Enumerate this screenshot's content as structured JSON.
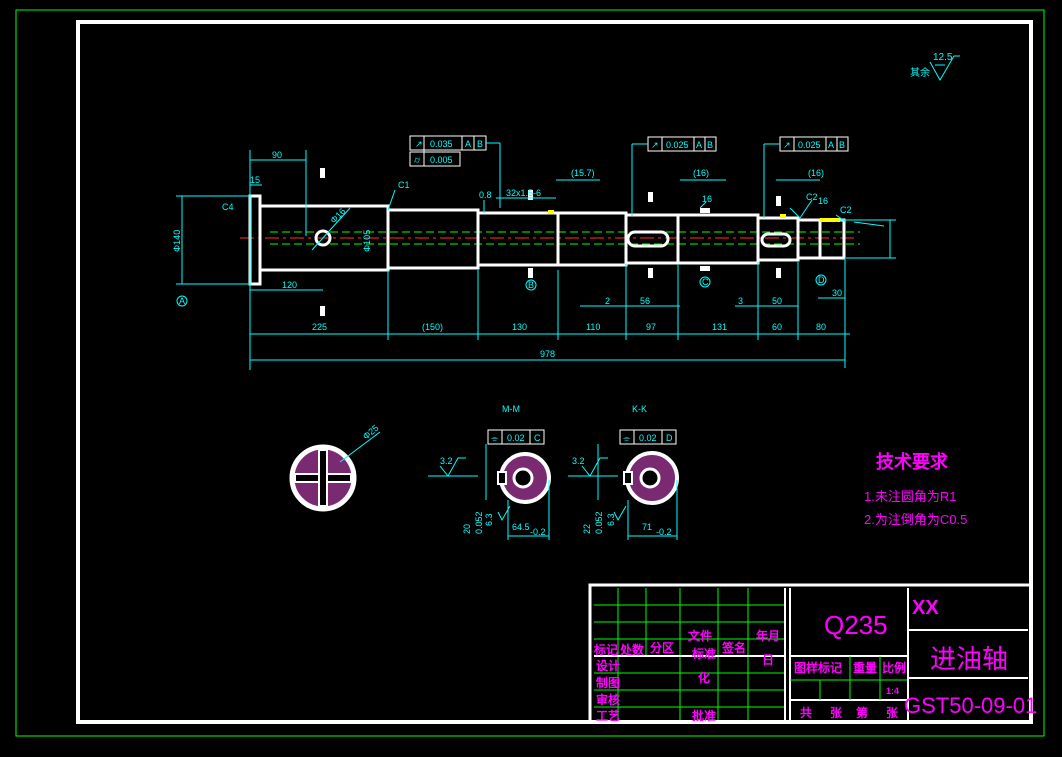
{
  "roughness": {
    "value": "12.5",
    "label": "其余"
  },
  "tolerance_frames": [
    {
      "value": "0.035",
      "datum1": "A",
      "datum2": "B"
    },
    {
      "value": "0.005"
    },
    {
      "value": "0.025",
      "datum1": "A",
      "datum2": "B"
    },
    {
      "value": "0.025",
      "datum1": "A",
      "datum2": "B"
    }
  ],
  "dimensions": {
    "d90": "90",
    "d15": "15",
    "c4": "C4",
    "c1": "C1",
    "d08": "0.8",
    "thread": "32x1.5-6",
    "d157": "(15.7)",
    "d16a": "(16)",
    "d16b": "(16)",
    "c2": "C2",
    "c2b": "C2",
    "r16a": "16",
    "r16b": "16",
    "phi140": "Φ140",
    "d120": "120",
    "d225": "225",
    "d150": "(150)",
    "d130": "130",
    "d110": "110",
    "d2": "2",
    "d56": "56",
    "d97": "97",
    "d3": "3",
    "d131": "131",
    "d50": "50",
    "d60": "60",
    "d80": "80",
    "d978": "978",
    "d30": "30",
    "phi16": "Φ16",
    "phi105": "Φ105",
    "phi25": "Φ25"
  },
  "datums": {
    "a": "A",
    "b": "B",
    "c": "C",
    "d": "D"
  },
  "sections": {
    "mm": {
      "title": "M-M",
      "flat": "0.02",
      "datum": "C",
      "r32": "3.2",
      "r63": "6.3",
      "dim_a": "20",
      "dim_b": "64.5",
      "tol": "-0.2"
    },
    "kk": {
      "title": "K-K",
      "flat": "0.02",
      "datum": "D",
      "r32": "3.2",
      "r63": "6.3",
      "dim_a": "22",
      "dim_b": "71",
      "tol": "-0.2"
    }
  },
  "tech": {
    "title": "技术要求",
    "line1": "1.未注圆角为R1",
    "line2": "2.为注倒角为C0.5"
  },
  "title_block": {
    "material": "Q235",
    "company": "XX",
    "part_name": "进油轴",
    "drawing_no": "GST50-09-01",
    "h_mark": "标记",
    "h_count": "处数",
    "h_zone": "分区",
    "h_file": "文件",
    "h_sign": "签名",
    "h_date": "年月",
    "h_day": "日",
    "design": "设计",
    "standard": "标准",
    "std2": "化",
    "drawing": "制图",
    "check": "审核",
    "process": "工艺",
    "approve": "批准",
    "stage": "图样标记",
    "weight": "重量",
    "scale": "比例",
    "scale_val": "1:4",
    "total": "共",
    "sheet": "张",
    "no": "第",
    "sheet2": "张"
  }
}
